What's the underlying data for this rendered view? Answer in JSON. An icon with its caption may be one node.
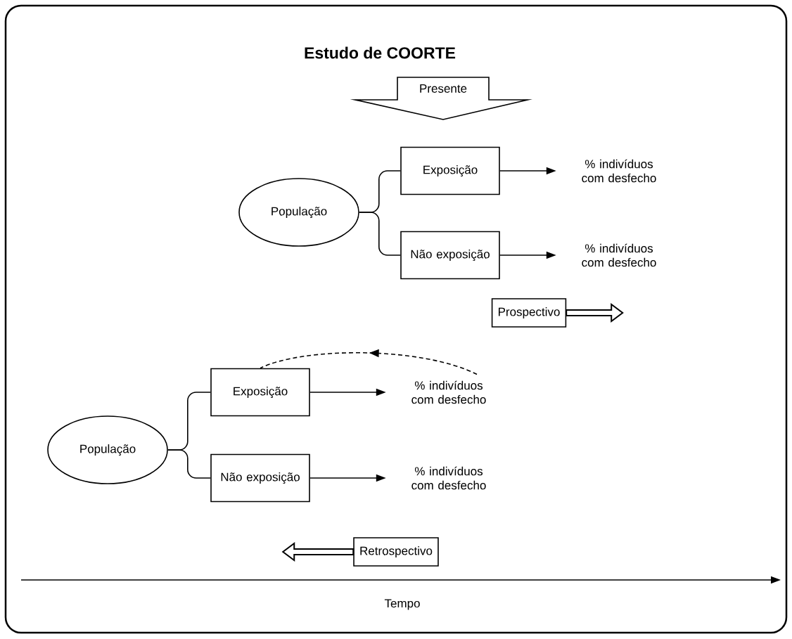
{
  "diagram": {
    "title": "Estudo de COORTE",
    "nodes": [
      {
        "text": [
          "Presente"
        ]
      },
      {
        "text": [
          "População"
        ]
      },
      {
        "text": [
          "Exposição"
        ]
      },
      {
        "text": [
          "Não exposição"
        ]
      },
      {
        "text": [
          "% indivíduos com desfecho"
        ]
      },
      {
        "text": [
          "% indivíduos com desfecho"
        ]
      },
      {
        "text": [
          "Prospectivo"
        ]
      },
      {
        "text": [
          "População"
        ]
      },
      {
        "text": [
          "Exposição"
        ]
      },
      {
        "text": [
          "Não exposição"
        ]
      },
      {
        "text": [
          "% indivíduos com desfecho"
        ]
      },
      {
        "text": [
          "% indivíduos com desfecho"
        ]
      },
      {
        "text": [
          "Retrospectivo"
        ]
      }
    ],
    "edges": [
      {
        "from": 1,
        "to": 2,
        "arrow": "none"
      },
      {
        "from": 1,
        "to": 3,
        "arrow": "none"
      },
      {
        "from": 2,
        "to": 4,
        "arrow": "to"
      },
      {
        "from": 3,
        "to": 5,
        "arrow": "to"
      },
      {
        "from": 6,
        "to": null,
        "arrow": "to",
        "style": "thick"
      },
      {
        "from": 7,
        "to": 8,
        "arrow": "none"
      },
      {
        "from": 7,
        "to": 9,
        "arrow": "none"
      },
      {
        "from": 8,
        "to": 10,
        "arrow": "to"
      },
      {
        "from": 9,
        "to": 11,
        "arrow": "to"
      },
      {
        "from": 10,
        "to": 8,
        "arrow": "to",
        "style": "dashed"
      },
      {
        "from": 12,
        "to": null,
        "arrow": "to",
        "style": "thick"
      }
    ],
    "labels": [
      "Tempo"
    ]
  }
}
